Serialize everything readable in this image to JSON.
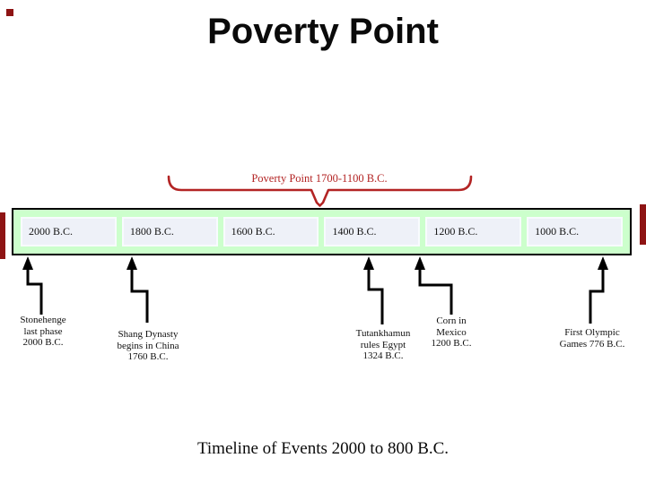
{
  "slide": {
    "title": "Poverty Point",
    "caption": "Timeline of Events 2000 to 800 B.C."
  },
  "brace": {
    "label": "Poverty Point 1700-1100 B.C.",
    "color": "#b32424"
  },
  "timeline": {
    "bg_color": "#ccffcc",
    "cell_color": "#eef1f8",
    "cells": [
      {
        "label": "2000 B.C."
      },
      {
        "label": "1800 B.C."
      },
      {
        "label": "1600 B.C."
      },
      {
        "label": "1400 B.C."
      },
      {
        "label": "1200 B.C."
      },
      {
        "label": "1000 B.C."
      }
    ]
  },
  "events": [
    {
      "name": "stonehenge",
      "lines": [
        "Stonehenge",
        "last phase",
        "2000 B.C."
      ]
    },
    {
      "name": "shang-dynasty",
      "lines": [
        "Shang Dynasty",
        "begins in China",
        "1760 B.C."
      ]
    },
    {
      "name": "tutankhamun",
      "lines": [
        "Tutankhamun",
        "rules Egypt",
        "1324 B.C."
      ]
    },
    {
      "name": "corn-in-mexico",
      "lines": [
        "Corn in",
        "Mexico",
        "1200 B.C."
      ]
    },
    {
      "name": "first-olympics",
      "lines": [
        "First Olympic",
        "Games 776 B.C."
      ]
    }
  ],
  "decorations": {
    "edge_mark_color": "#8e1414"
  }
}
